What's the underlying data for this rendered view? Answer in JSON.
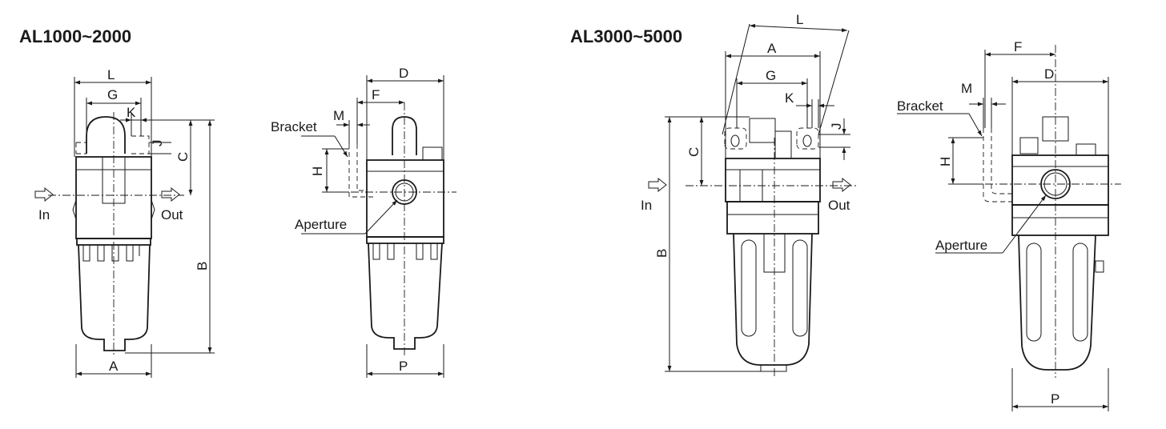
{
  "titles": {
    "left": "AL1000~2000",
    "right": "AL3000~5000"
  },
  "labels": {
    "in": "In",
    "out": "Out",
    "bracket": "Bracket",
    "aperture": "Aperture"
  },
  "dimensions": {
    "L": "L",
    "G": "G",
    "K": "K",
    "J": "J",
    "C": "C",
    "B": "B",
    "A": "A",
    "D": "D",
    "F": "F",
    "M": "M",
    "H": "H",
    "P": "P"
  },
  "colors": {
    "line": "#1a1a1a",
    "background": "#ffffff"
  }
}
